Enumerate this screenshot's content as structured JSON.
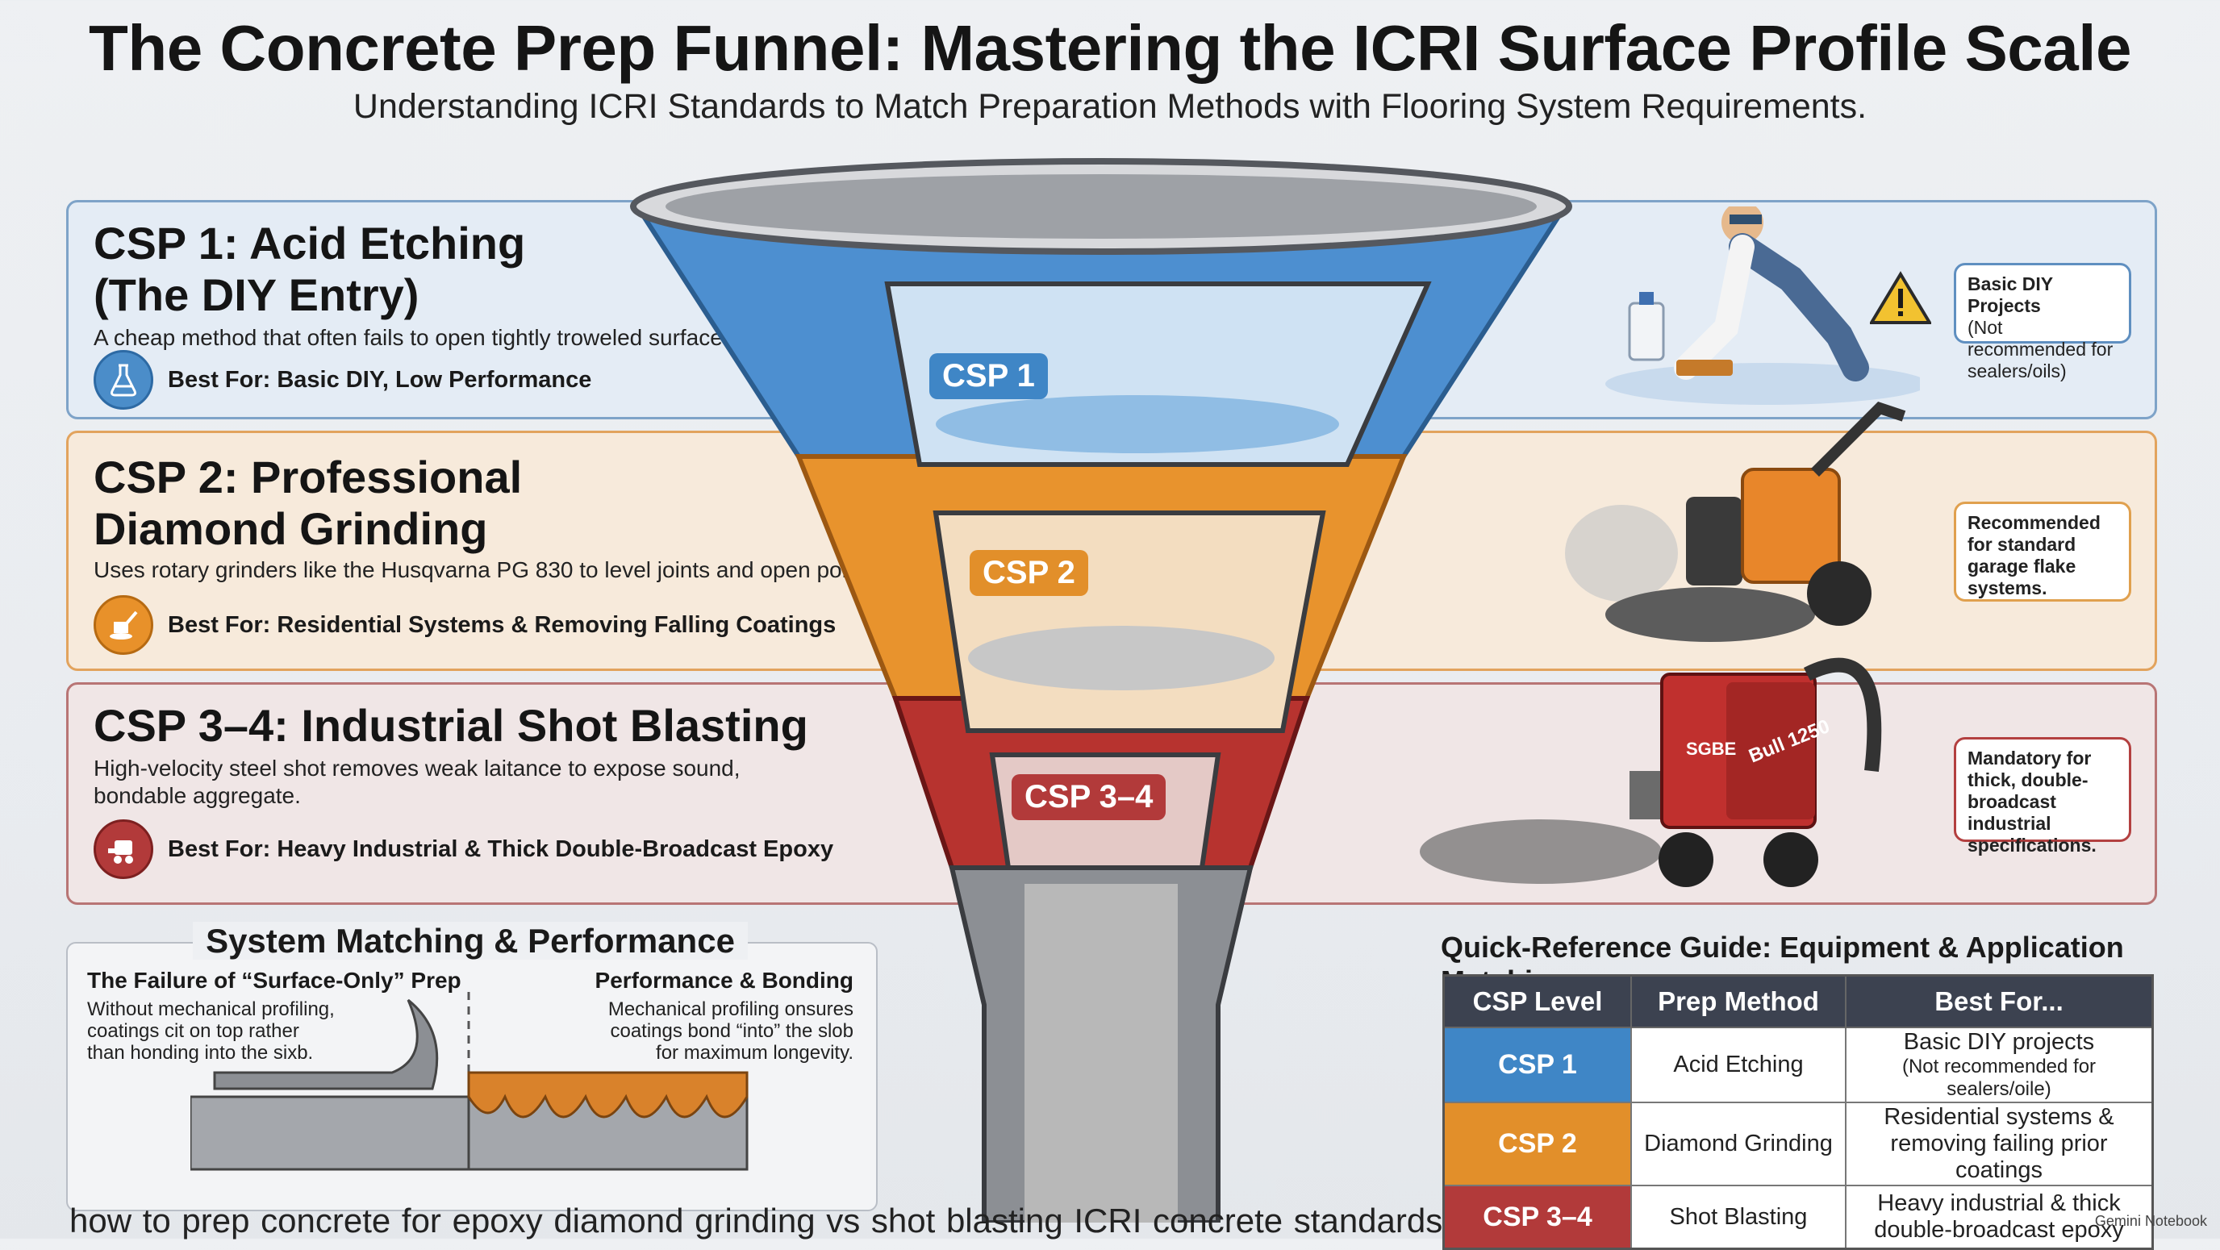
{
  "header": {
    "title": "The Concrete Prep Funnel: Mastering the ICRI Surface Profile Scale",
    "subtitle": "Understanding ICRI Standards to Match Preparation Methods with Flooring System Requirements."
  },
  "colors": {
    "csp1": "#3f86c6",
    "csp2": "#e28f2a",
    "csp3_4": "#b23a3a",
    "table_header": "#3c4250"
  },
  "sections": [
    {
      "title_line1": "CSP 1: Acid Etching",
      "title_line2": "(The DIY Entry)",
      "description": "A cheap method that often fails to open tightly troweled surfaces",
      "best_for": "Best For: Basic DIY, Low Performance",
      "icon": "flask-icon",
      "callout_line1": "Basic DIY Projects",
      "callout_line2": "(Not recommended for sealers/oils)",
      "funnel_label": "CSP 1"
    },
    {
      "title_line1": "CSP 2: Professional",
      "title_line2": "Diamond Grinding",
      "description": "Uses rotary grinders like the Husqvarna PG 830 to level joints and open pores.",
      "best_for": "Best For: Residential Systems & Removing Falling Coatings",
      "icon": "grinder-icon",
      "callout_line1": "Recommended for standard garage flake systems.",
      "funnel_label": "CSP 2"
    },
    {
      "title_line1": "CSP 3–4: Industrial Shot Blasting",
      "description_line1": "High-velocity steel shot removes weak laitance to expose sound,",
      "description_line2": "bondable aggregate.",
      "best_for": "Best For: Heavy Industrial & Thick Double-Broadcast Epoxy",
      "icon": "shot-blaster-icon",
      "callout_line1": "Mandatory for thick, double-broadcast industrial specifications.",
      "funnel_label": "CSP 3–4",
      "machine_brand": "SGBE",
      "machine_model": "Bull 1250"
    }
  ],
  "system_matching": {
    "title": "System Matching & Performance",
    "left_heading": "The Failure of “Surface-Only” Prep",
    "left_text": [
      "Without mechanical profiling,",
      "coatings cit on top rather",
      "than honding into the sixb."
    ],
    "right_heading": "Performance & Bonding",
    "right_text": [
      "Mechanical profiling onsures",
      "coatings bond “into” the slob",
      "for maximum longevity."
    ]
  },
  "quick_reference": {
    "title": "Quick-Reference Guide: Equipment & Application Matching",
    "headers": [
      "CSP Level",
      "Prep Method",
      "Best For..."
    ],
    "rows": [
      {
        "level": "CSP 1",
        "method": "Acid Etching",
        "best_line1": "Basic DIY projects",
        "best_line2": "(Not recommended for sealers/oile)"
      },
      {
        "level": "CSP 2",
        "method": "Diamond Grinding",
        "best_line1": "Residential systems &",
        "best_line2": "removing failing prior coatings"
      },
      {
        "level": "CSP 3–4",
        "method": "Shot Blasting",
        "best_line1": "Heavy industrial & thick",
        "best_line2": "double-broadcast epoxy"
      }
    ]
  },
  "footer": {
    "keywords": "how to prep concrete for epoxy   diamond grinding vs shot blasting   ICRI concrete standards",
    "brand": "Gemini Notebook"
  }
}
